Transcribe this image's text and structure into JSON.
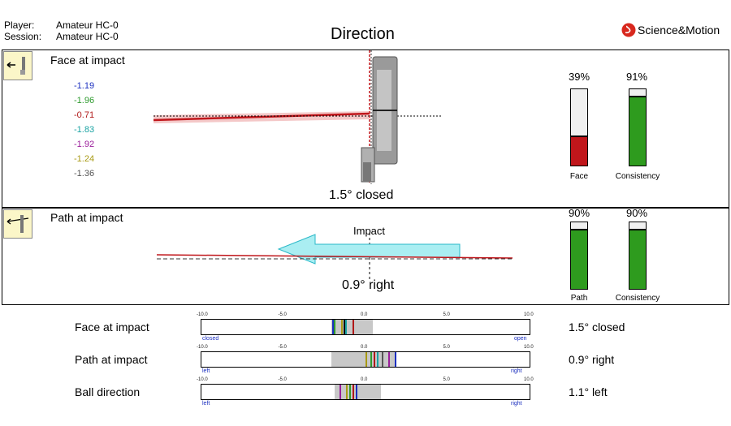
{
  "header": {
    "player_label": "Player:",
    "player_value": "Amateur HC-0",
    "session_label": "Session:",
    "session_value": "Amateur HC-0",
    "title": "Direction",
    "brand": "Science&Motion",
    "brand_color": "#d8281e"
  },
  "face_panel": {
    "title": "Face at impact",
    "icon": "putter-face-icon",
    "values": [
      {
        "text": "-1.19",
        "color": "#1b2fbf"
      },
      {
        "text": "-1.96",
        "color": "#2e9b2e"
      },
      {
        "text": "-0.71",
        "color": "#b01818"
      },
      {
        "text": "-1.83",
        "color": "#1aa3a3"
      },
      {
        "text": "-1.92",
        "color": "#9b1e9b"
      },
      {
        "text": "-1.24",
        "color": "#a89a14"
      },
      {
        "text": "-1.36",
        "color": "#555555"
      }
    ],
    "result": "1.5° closed",
    "bars": [
      {
        "percent_label": "39%",
        "value": 39,
        "label": "Face",
        "color": "#c0161b"
      },
      {
        "percent_label": "91%",
        "value": 91,
        "label": "Consistency",
        "color": "#2e9b1e"
      }
    ]
  },
  "path_panel": {
    "title": "Path at impact",
    "icon": "putter-path-icon",
    "impact_label": "Impact",
    "result": "0.9° right",
    "bars": [
      {
        "percent_label": "90%",
        "value": 90,
        "label": "Path",
        "color": "#2e9b1e"
      },
      {
        "percent_label": "90%",
        "value": 90,
        "label": "Consistency",
        "color": "#2e9b1e"
      }
    ]
  },
  "scales": {
    "ticks": [
      "-10.0",
      "-5.0",
      "0.0",
      "5.0",
      "10.0"
    ],
    "tick_values": [
      -10,
      -5,
      0,
      5,
      10
    ],
    "rows": [
      {
        "label": "Face at impact",
        "left": "closed",
        "right": "open",
        "result": "1.5° closed",
        "range": [
          -2.1,
          0.4
        ],
        "marks": [
          {
            "v": -2.0,
            "color": "#1b2fbf"
          },
          {
            "v": -1.9,
            "color": "#2e9b2e"
          },
          {
            "v": -1.5,
            "color": "#a89a14"
          },
          {
            "v": -1.35,
            "color": "#000000"
          },
          {
            "v": -1.25,
            "color": "#1aa3a3"
          },
          {
            "v": -0.8,
            "color": "#b01818"
          }
        ]
      },
      {
        "label": "Path at impact",
        "left": "left",
        "right": "right",
        "result": "0.9° right",
        "range": [
          -2.1,
          1.8
        ],
        "marks": [
          {
            "v": 0.0,
            "color": "#a89a14"
          },
          {
            "v": 0.3,
            "color": "#2e9b2e"
          },
          {
            "v": 0.5,
            "color": "#b01818"
          },
          {
            "v": 0.7,
            "color": "#1aa3a3"
          },
          {
            "v": 1.0,
            "color": "#555555"
          },
          {
            "v": 1.4,
            "color": "#9b1e9b"
          },
          {
            "v": 1.75,
            "color": "#1b2fbf"
          }
        ]
      },
      {
        "label": "Ball direction",
        "left": "left",
        "right": "right",
        "result": "1.1° left",
        "range": [
          -1.9,
          0.9
        ],
        "marks": [
          {
            "v": -1.6,
            "color": "#9b1e9b"
          },
          {
            "v": -1.2,
            "color": "#a89a14"
          },
          {
            "v": -1.0,
            "color": "#2e9b2e"
          },
          {
            "v": -0.8,
            "color": "#b01818"
          },
          {
            "v": -0.6,
            "color": "#1b2fbf"
          }
        ]
      }
    ]
  }
}
